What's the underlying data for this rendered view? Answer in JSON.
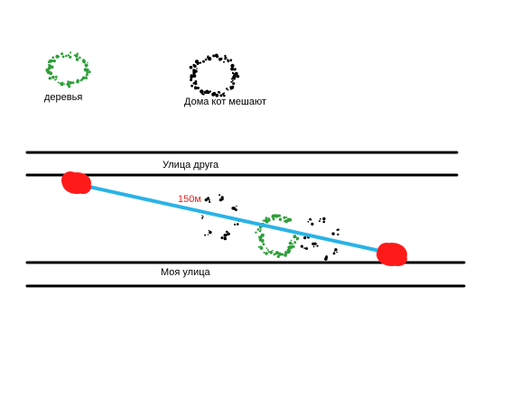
{
  "legend": {
    "trees_label": "деревья",
    "houses_label": "Дома кот мешают"
  },
  "streets": {
    "friend_street_label": "Улица друга",
    "my_street_label": "Моя улица"
  },
  "distance": {
    "label": "150м"
  },
  "colors": {
    "street_line": "#000000",
    "tree_dots": "#2e9e3a",
    "house_dots": "#000000",
    "connector_line": "#29b3e6",
    "endpoint_marker": "#ff1a1a",
    "distance_text": "#e02020"
  }
}
